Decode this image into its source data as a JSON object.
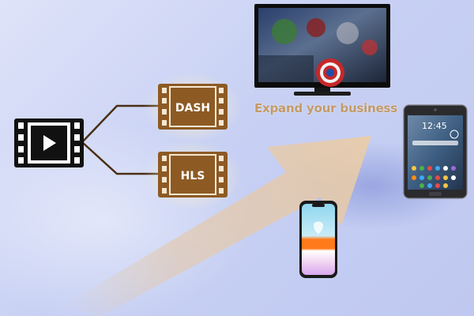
{
  "tagline": "Expand your business",
  "formats": [
    {
      "label": "DASH"
    },
    {
      "label": "HLS"
    }
  ],
  "tablet": {
    "clock": "12:45"
  },
  "colors": {
    "film_brown": "#8d5a24",
    "source_film": "#111111",
    "arrow": "#e8c9a0",
    "tagline": "#c49a66",
    "background": "#c8d1f4"
  },
  "icons": {
    "source": "video-film-icon",
    "formats": "film-strip-icon",
    "devices": [
      "tv-icon",
      "tablet-icon",
      "phone-icon"
    ]
  }
}
